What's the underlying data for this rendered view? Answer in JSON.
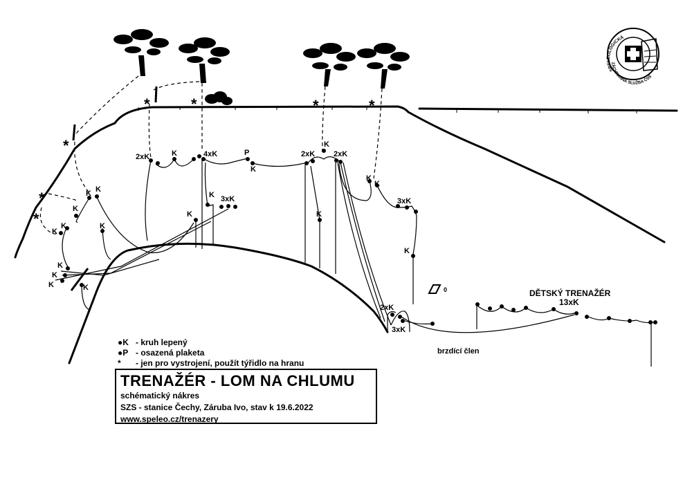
{
  "title": "TRENAŽÉR - LOM NA CHLUMU",
  "subtitle_lines": [
    "schématický nákres",
    "SZS - stanice Čechy, Záruba Ivo, stav k 19.6.2022",
    "www.speleo.cz/trenazery"
  ],
  "legend": [
    {
      "symbol": "●K",
      "text": "- kruh lepený"
    },
    {
      "symbol": "●P",
      "text": "- osazená plaketa"
    },
    {
      "symbol": "*",
      "text": "- jen pro vystrojení, použít týřidlo na hranu"
    }
  ],
  "labels": {
    "k": "K",
    "p": "P",
    "two_k": "2xK",
    "three_k": "3xK",
    "four_k": "4xK",
    "thirteen_k": "13xK",
    "star": "*",
    "zero": "0",
    "kids_trainer": "DĚTSKÝ TRENAŽÉR",
    "brake": "brzdící člen"
  },
  "logo": {
    "ring_text_top": "SPELEOLOGICKÁ",
    "ring_text_bottom": "ZÁCHRANNÁ SLUŽBA ČSS"
  }
}
